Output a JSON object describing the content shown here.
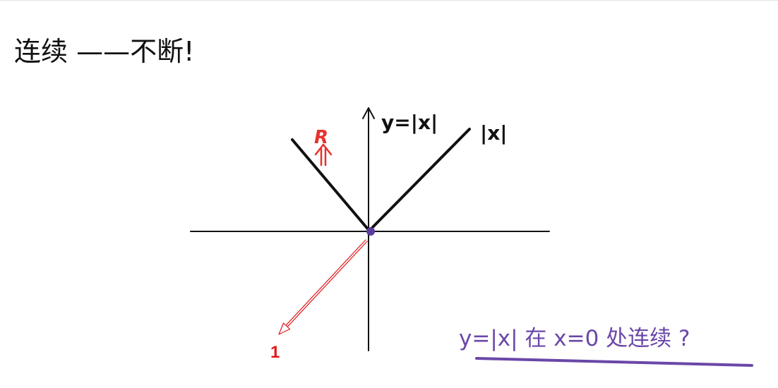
{
  "title": "连续 ——不断!",
  "graph": {
    "axis_label": "y=|x|",
    "curve_label": "|x|",
    "side_mark": "R",
    "side_mark_icon": "double-up-arrow-icon",
    "pointer_label": "1"
  },
  "question": {
    "text": "y=|x| 在 x=0 处连续 ?"
  },
  "colors": {
    "ink": "#111111",
    "red": "#e8312c",
    "pointer": "#e2191c",
    "purple": "#6b47a8",
    "dot": "#5a3c9c"
  }
}
